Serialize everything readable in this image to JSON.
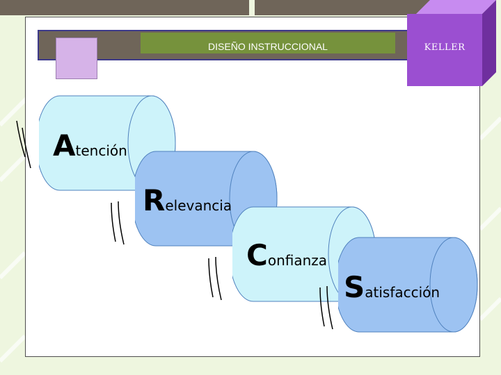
{
  "header": {
    "title": "DISEÑO  INSTRUCCIONAL",
    "model": "KELLER"
  },
  "stages": [
    {
      "initial": "A",
      "rest": "tención",
      "color": "#cdf3fa"
    },
    {
      "initial": "R",
      "rest": "elevancia",
      "color": "#9dc3f2"
    },
    {
      "initial": "C",
      "rest": "onfianza",
      "color": "#cdf3fa"
    },
    {
      "initial": "S",
      "rest": "atisfacción",
      "color": "#9dc3f2"
    }
  ],
  "colors": {
    "frame": "#6f6559",
    "title_box": "#76923c",
    "cube": "#9b4fd1",
    "square": "#d6b3e8"
  }
}
